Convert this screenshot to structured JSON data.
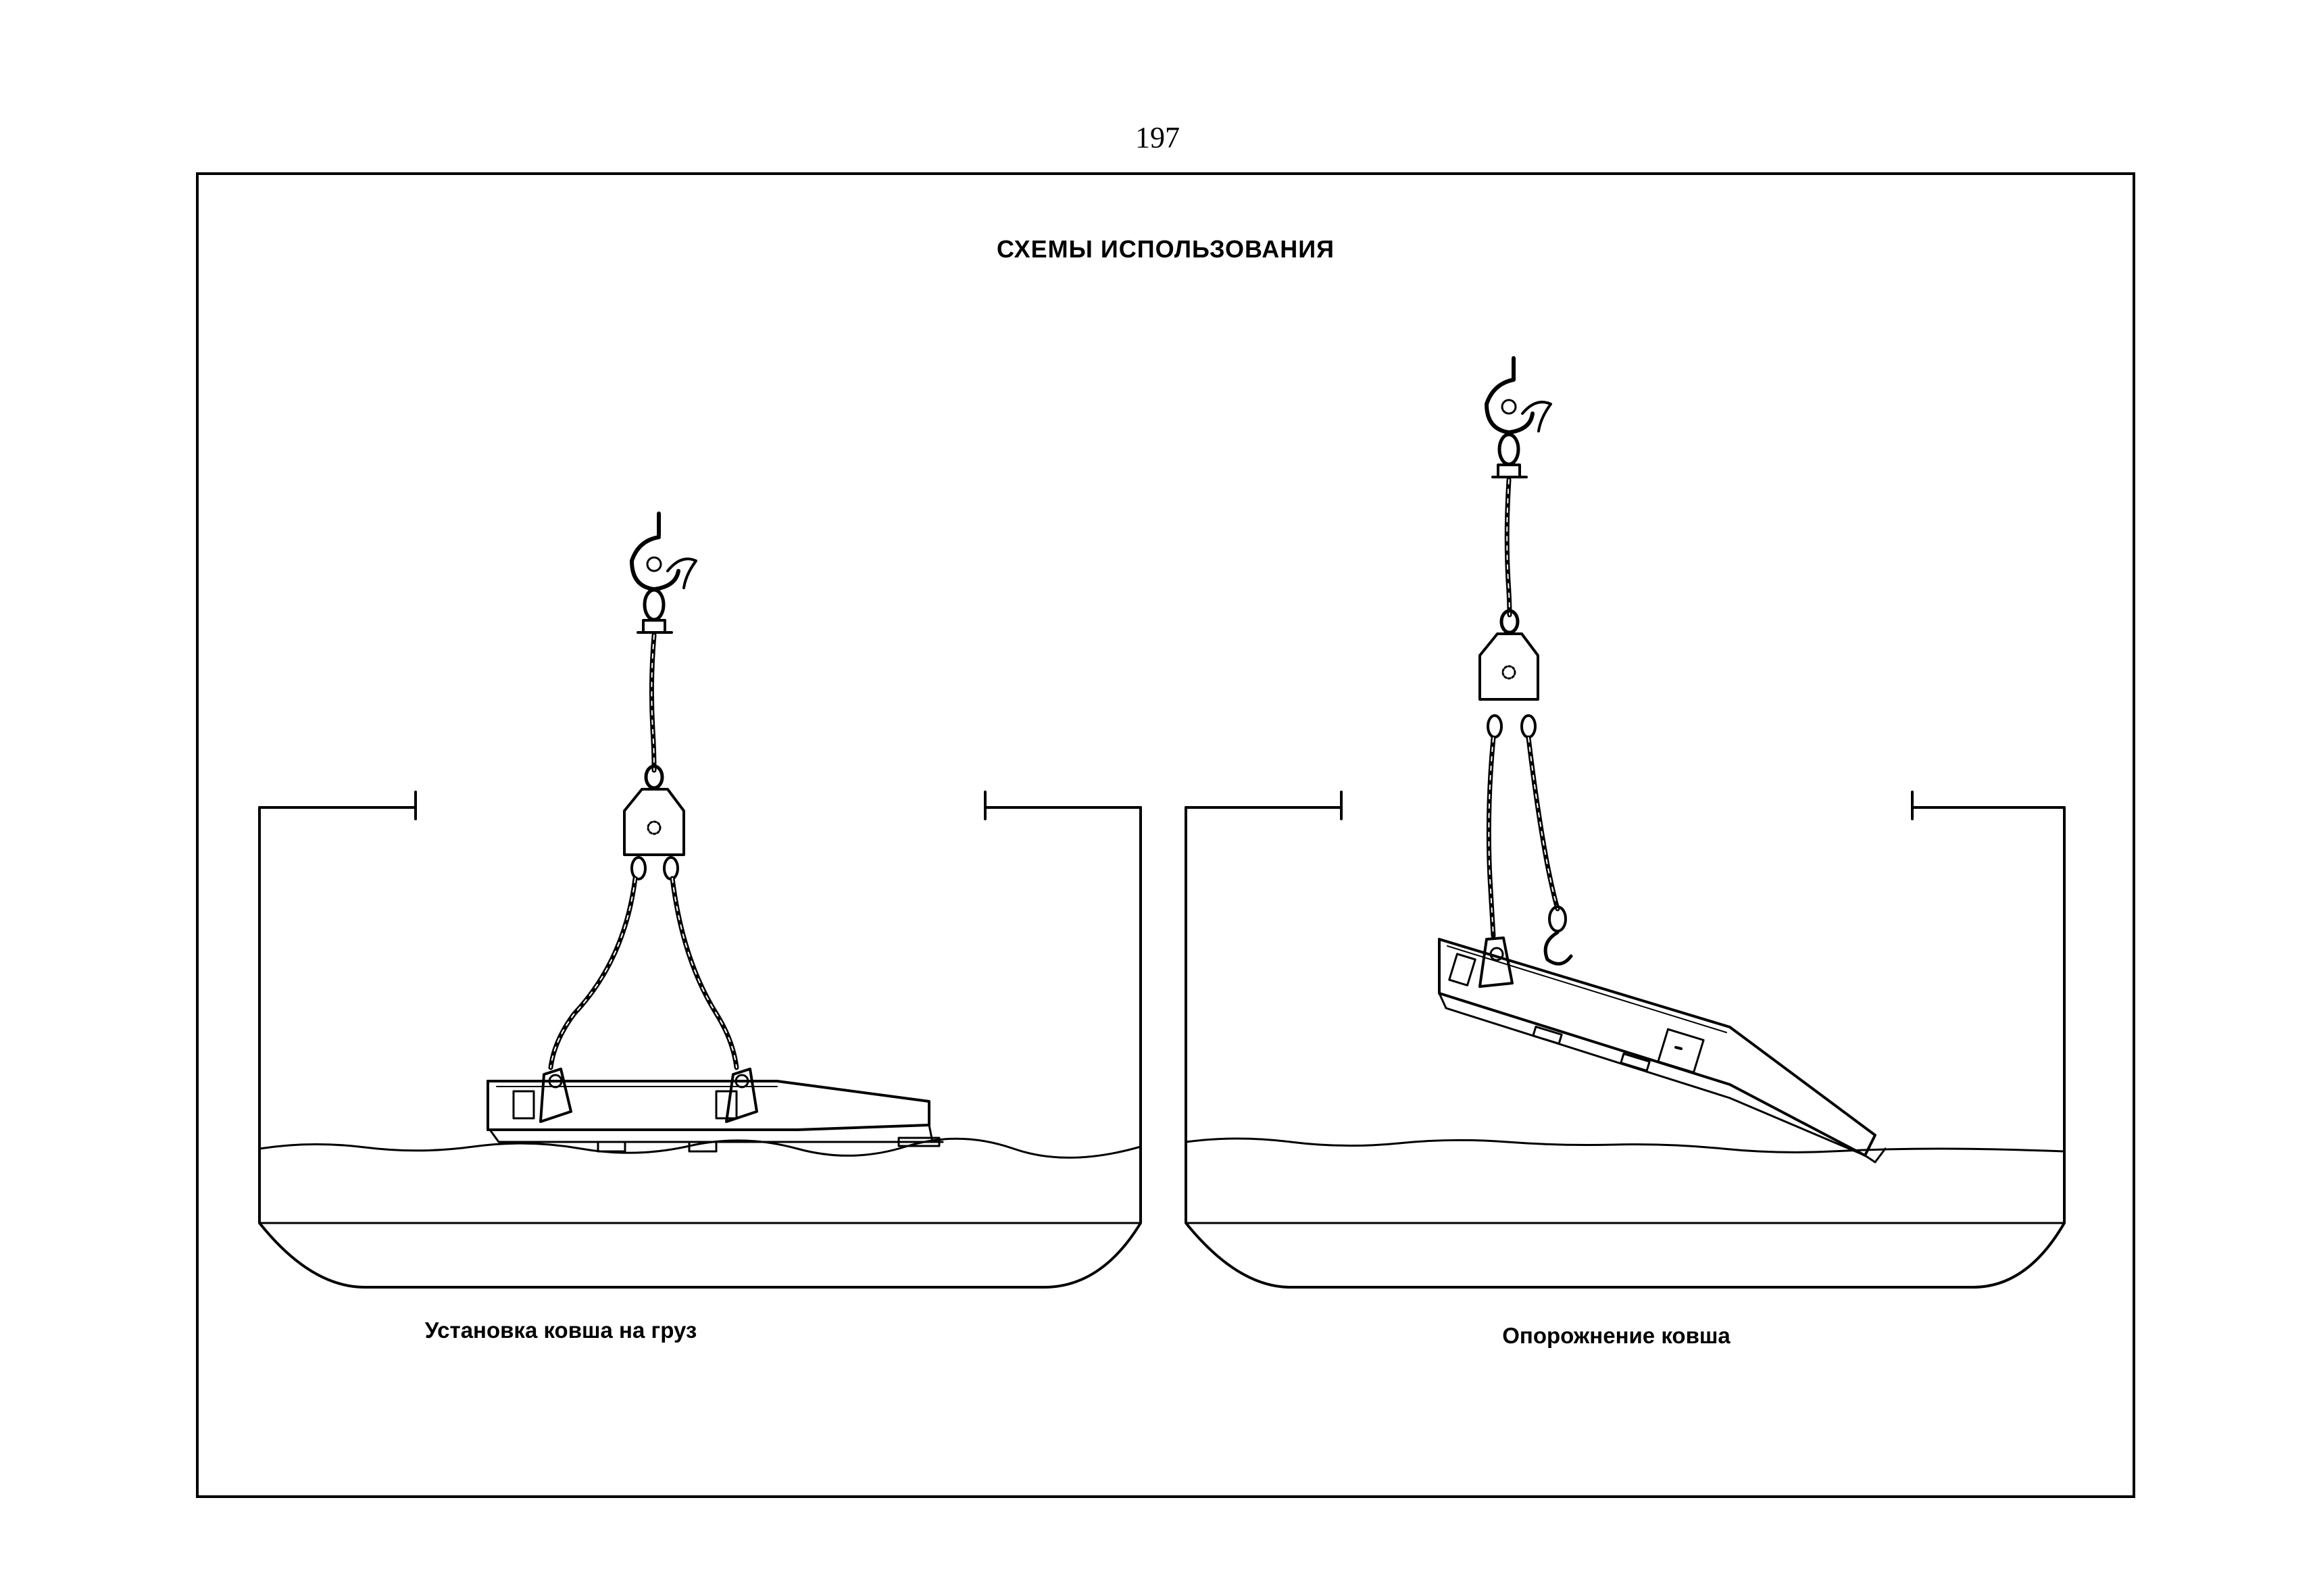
{
  "page_number": "197",
  "title": "СХЕМЫ ИСПОЛЬЗОВАНИЯ",
  "captions": {
    "left": "Установка ковша на груз",
    "right": "Опорожнение ковша"
  },
  "colors": {
    "ink": "#000000",
    "paper": "#ffffff"
  }
}
